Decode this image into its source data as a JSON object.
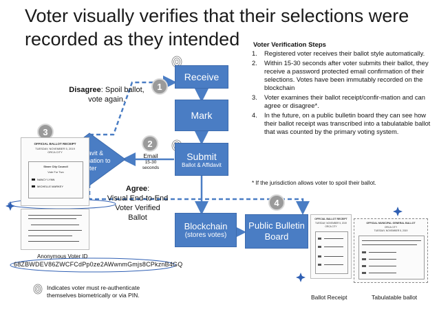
{
  "title": "Voter visually verifies that their selections were recorded as they intended",
  "steps": {
    "heading": "Voter Verification Steps",
    "items": [
      {
        "num": "1.",
        "text": "Registered voter receives their ballot style automatically."
      },
      {
        "num": "2.",
        "text": "Within 15-30 seconds after voter submits their ballot, they receive a password protected email confirmation of their selections. Votes have been immutably recorded on the blockchain"
      },
      {
        "num": "3.",
        "text": "Voter examines their ballot receipt/confir-mation and can agree or disagree*."
      },
      {
        "num": "4.",
        "text": "In the future, on a public bulletin board they can see how their ballot receipt was transcribed into a tabulatable ballot that was counted by the primary voting system."
      }
    ],
    "footnote_mark": "*",
    "footnote": "If the jurisdiction allows voter to spoil their ballot."
  },
  "flow": {
    "receive": "Receive",
    "mark": "Mark",
    "submit": "Submit",
    "submit_sub": "Ballot & Affidavit",
    "blockchain": "Blockchain",
    "blockchain_sub": "(stores votes)",
    "bulletin": "Public Bulletin Board",
    "affidavit": "Affidavit & Confirmation to Voter",
    "email": "Email",
    "email_time": "15-30 seconds"
  },
  "step_badges": [
    "1",
    "2",
    "3",
    "4"
  ],
  "disagree": {
    "label": "Disagree",
    "text1": ": Spoil ballot,",
    "text2": "vote again."
  },
  "agree": {
    "label": "Agree",
    "text1": ":",
    "line2": "Visual End-to-End",
    "line3": "Voter Verified",
    "line4": "Ballot"
  },
  "receipt_left": {
    "title": "OFFICIAL BALLOT RECEIPT",
    "date": "TUESDAY, NOVEMBER 5, 2019",
    "city": "ORCA CITY",
    "race": "Share City Council",
    "cand1": "Vote For Two",
    "cand2": "NANCY LYNN",
    "cand3": "MICHELLE MARKEY"
  },
  "receipt_right": {
    "title": "OFFICIAL BALLOT RECEIPT",
    "date": "TUESDAY, NOVEMBER 5, 2019",
    "city": "ORCA CITY"
  },
  "tabulatable": {
    "title": "OFFICIAL MUNICIPAL GENERAL BALLOT",
    "city": "ORCA CITY",
    "date": "TUESDAY, NOVEMBER 5, 2019"
  },
  "anon_id": {
    "label": "Anonymous Voter ID",
    "value": "68ZBWDEV86ZWCFCdPp0ze2AWwnmGmjs8CPkznB4GQ"
  },
  "legend": {
    "line1": "Indicates voter must re-authenticate",
    "line2": "themselves biometrically or via PIN."
  },
  "captions": {
    "receipt": "Ballot Receipt",
    "tabulatable": "Tabulatable ballot"
  },
  "colors": {
    "box": "#4a7dc4",
    "arrow": "#4a7dc4",
    "badge": "#9a9a9a",
    "sparkle": "#2f5fb3"
  }
}
